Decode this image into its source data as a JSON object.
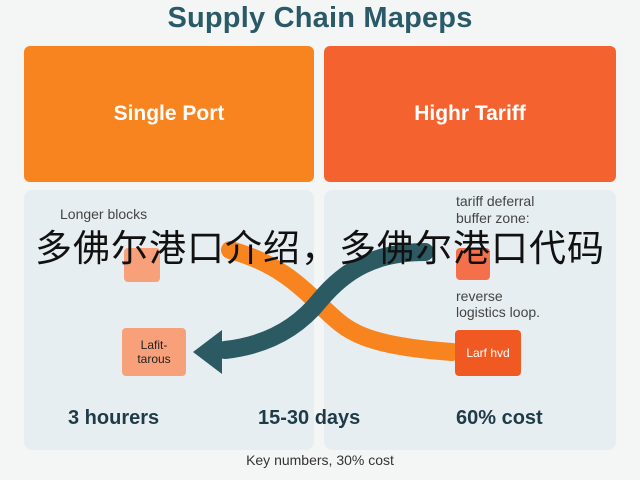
{
  "title": "Supply Chain Mapeps",
  "left_header": "Single Port",
  "right_header": "Highr Tariff",
  "left_note": "Longer blocks",
  "right_note_1": "tariff deferral",
  "right_note_2": "buffer zone:",
  "right_note_3": "reverse",
  "right_note_4": "logistics loop.",
  "left_box": "Lafit-\ntarous",
  "right_box": "Larf hvd",
  "stat_left": "3 hourers",
  "stat_mid": "15-30 days",
  "stat_right": "60% cost",
  "footer": "Key numbers, 30% cost",
  "overlay_text": "多佛尔港口介绍，多佛尔港口代码",
  "colors": {
    "orange": "#f7841f",
    "red_orange": "#f4632f",
    "teal": "#2c5a63",
    "box_left": "#f8a07a",
    "box_right": "#f05a22"
  }
}
